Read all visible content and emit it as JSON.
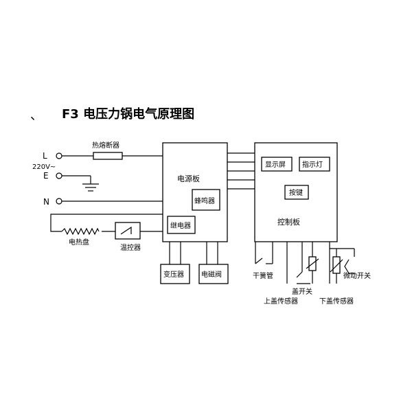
{
  "title_prefix": "、",
  "title": "F3 电压力锅电气原理图",
  "terminals": {
    "L": "L",
    "E": "E",
    "N": "N",
    "voltage": "220V~"
  },
  "components": {
    "fuse": "热熔断器",
    "heating_plate": "电热盘",
    "thermostat": "温控器",
    "power_board": "电源板",
    "buzzer": "蜂鸣器",
    "relay": "继电器",
    "transformer": "变压器",
    "solenoid_valve": "电磁阀",
    "control_board": "控制板",
    "display": "显示屏",
    "indicator": "指示灯",
    "keys": "按键",
    "reed_switch": "干簧管",
    "lid_switch": "盖开关",
    "upper_lid_sensor": "上盖传感器",
    "lower_lid_sensor": "下盖传感器",
    "micro_switch": "微动开关"
  }
}
